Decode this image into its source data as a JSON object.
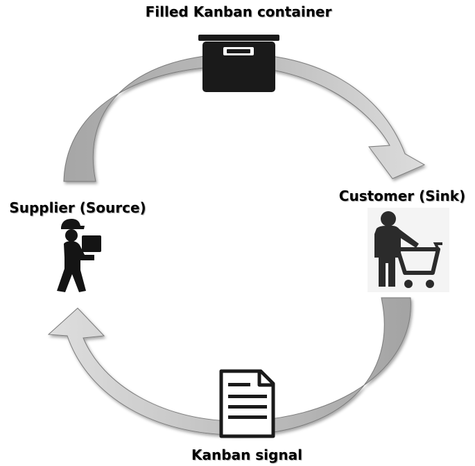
{
  "diagram": {
    "top_label": "Filled Kanban container",
    "right_label": "Customer (Sink)",
    "left_label": "Supplier (Source)",
    "bottom_label": "Kanban signal",
    "icons": {
      "top": "storage-box-icon",
      "right": "shopping-cart-customer-icon",
      "left": "delivery-person-icon",
      "bottom": "document-icon"
    },
    "colors": {
      "arrow_dark": "#a6a6a6",
      "arrow_light": "#d9d9d9",
      "icon": "#1a1a1a",
      "text": "#000000"
    }
  }
}
